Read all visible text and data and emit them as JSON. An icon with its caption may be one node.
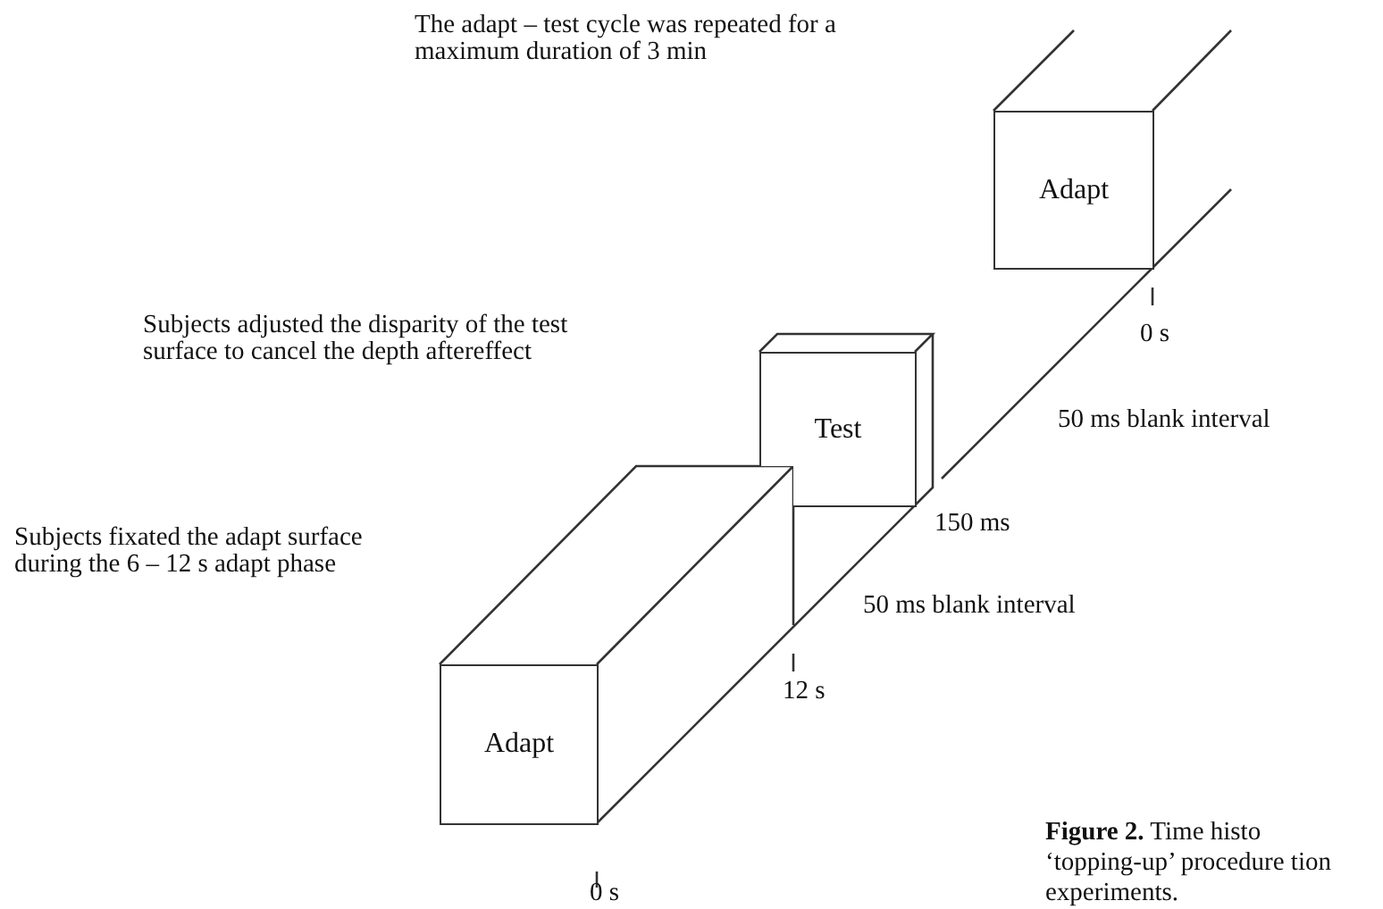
{
  "diagram": {
    "caption": "**Figure 2.** Time histo ‘topping-up’ procedure tion experiments.",
    "nodes": [
      {
        "text": [
          "Adapt"
        ]
      },
      {
        "text": [
          "Test"
        ]
      },
      {
        "text": [
          "Adapt"
        ]
      }
    ],
    "labels": [
      "The adapt – test cycle was repeated for a maximum duration of 3 min",
      "0 s",
      "Subjects adjusted the disparity of the test surface to cancel the depth aftereffect",
      "50 ms blank interval",
      "Subjects fixated the adapt surface during the 6 – 12 s adapt phase",
      "150 ms",
      "50 ms blank interval",
      "12 s",
      "0 s"
    ]
  }
}
